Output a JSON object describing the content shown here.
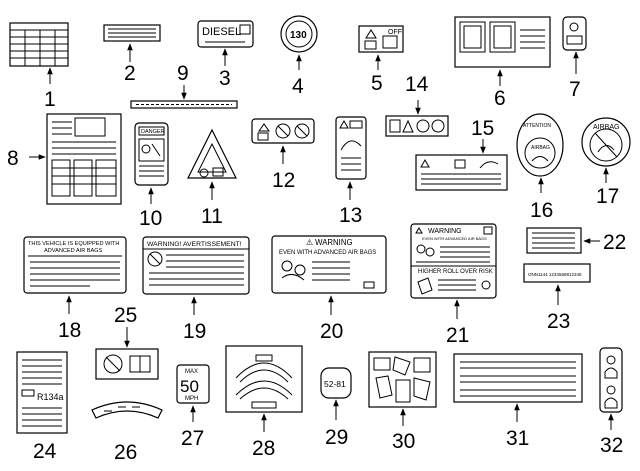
{
  "callouts": [
    "1",
    "2",
    "3",
    "4",
    "5",
    "6",
    "7",
    "8",
    "9",
    "10",
    "11",
    "12",
    "13",
    "14",
    "15",
    "16",
    "17",
    "18",
    "19",
    "20",
    "21",
    "22",
    "23",
    "24",
    "25",
    "26",
    "27",
    "28",
    "29",
    "30",
    "31",
    "32"
  ],
  "labels": {
    "diesel": "DIESEL",
    "speed_130": "130",
    "off": "OFF",
    "danger": "DANGER",
    "attention": "ATTENTION",
    "airbag": "AIRBAG",
    "advanced_1": "THIS VEHICLE IS EQUIPPED WITH",
    "advanced_2": "ADVANCED AIR BAGS",
    "warning_avert": "WARNING! AVERTISSEMENT!",
    "warning_20": "⚠ WARNING",
    "even_with_20": "EVEN  WITH  ADVANCED  AIR  BAGS",
    "warning_21": "WARNING",
    "even_with_21": "EVEN WITH ADVANCED AIR BAGS",
    "higher_roll": "HIGHER ROLL OVER RISK",
    "vin_code": "ONN1144 1234568912345",
    "r134a": "R134a",
    "max": "MAX",
    "speed_50": "50",
    "mph": "MPH",
    "speed_29": "52-81"
  }
}
